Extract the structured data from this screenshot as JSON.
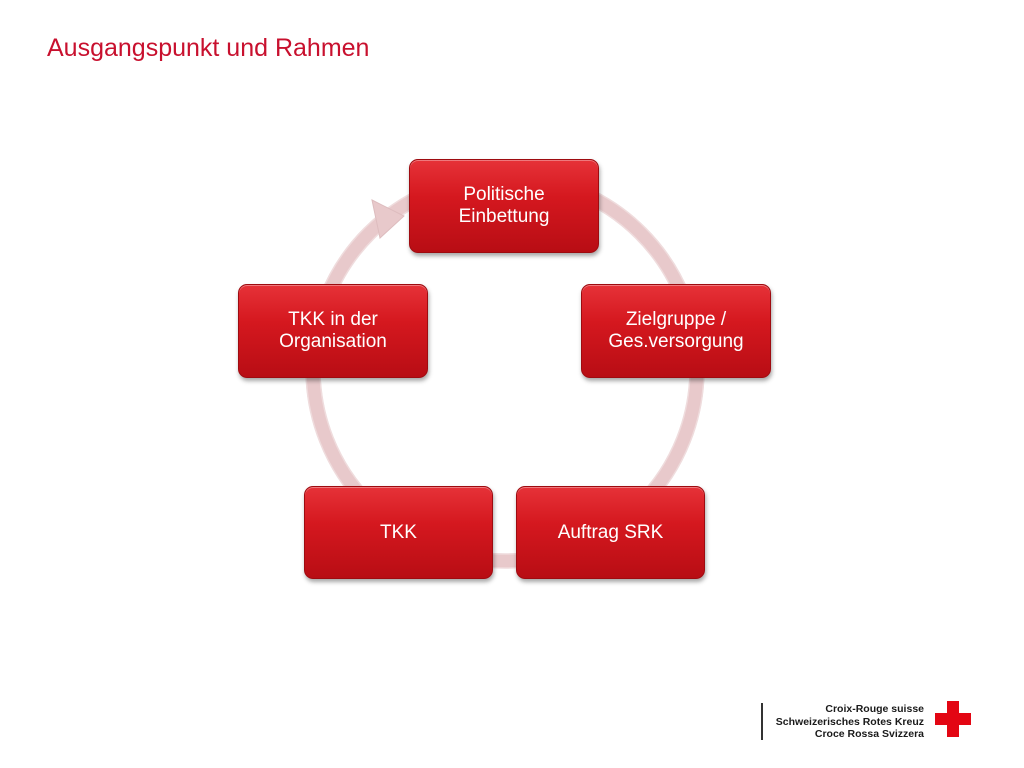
{
  "title": "Ausgangspunkt und Rahmen",
  "colors": {
    "title": "#c8102e",
    "node": "#d5181f",
    "ring": "#e8c9cb",
    "logo_cross": "#e30613"
  },
  "cycle": {
    "nodes": [
      {
        "label": "Politische\nEinbettung"
      },
      {
        "label": "Zielgruppe /\nGes.versorgung"
      },
      {
        "label": "Auftrag SRK"
      },
      {
        "label": "TKK"
      },
      {
        "label": "TKK in der\nOrganisation"
      }
    ]
  },
  "logo": {
    "lines": [
      "Croix-Rouge suisse",
      "Schweizerisches Rotes Kreuz",
      "Croce Rossa Svizzera"
    ],
    "icon": "red-cross-icon"
  }
}
